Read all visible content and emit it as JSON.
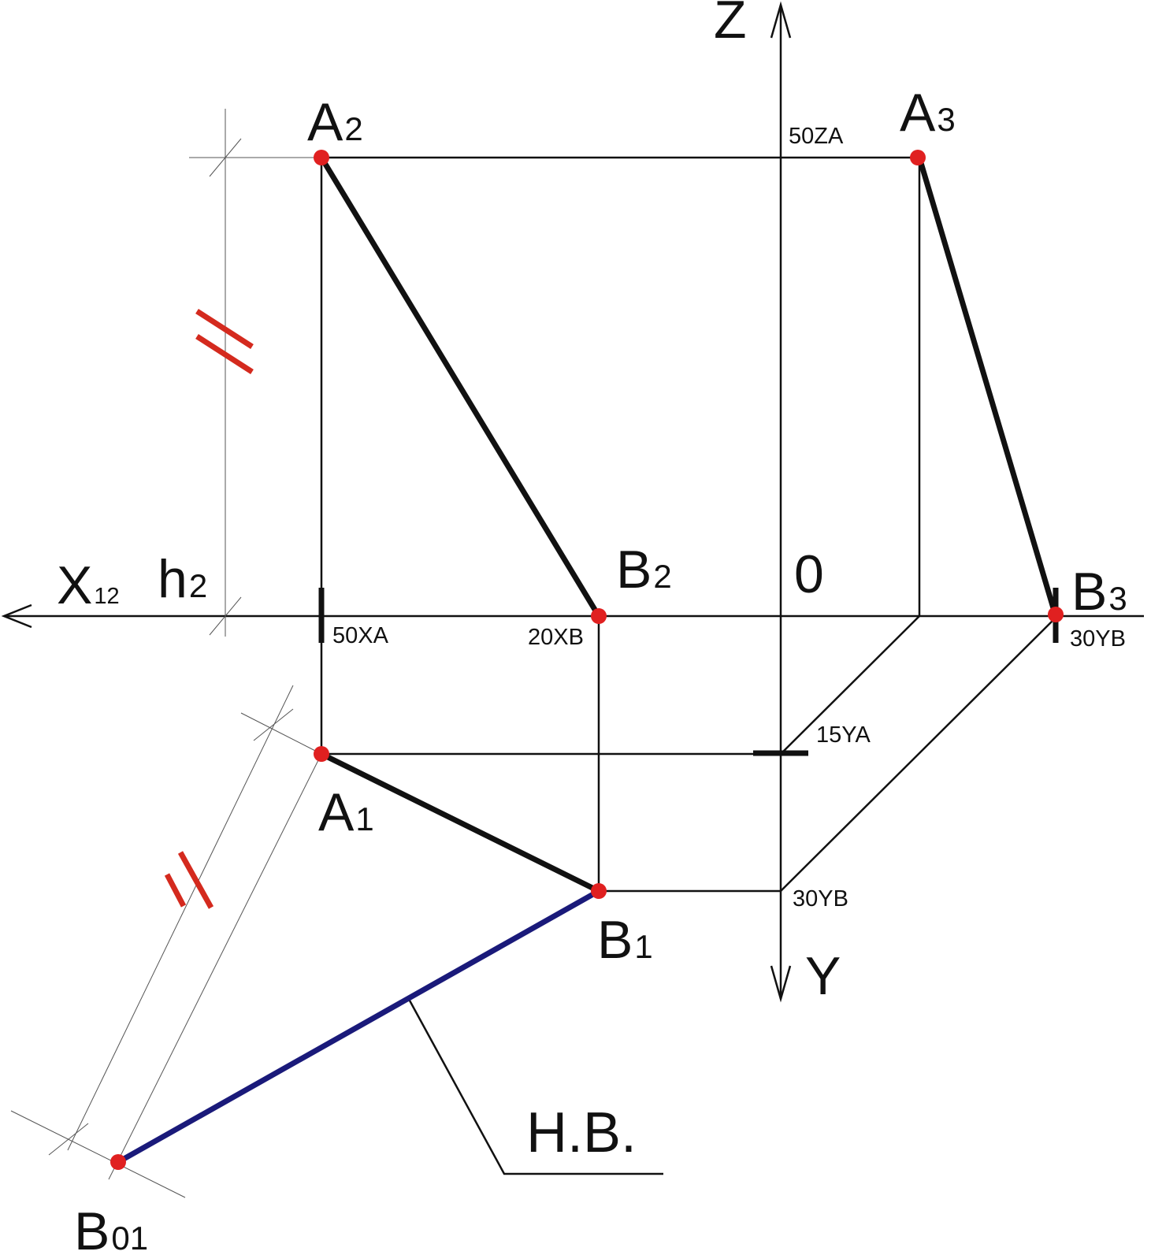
{
  "axes": {
    "z": "Z",
    "y": "Y",
    "x": "X",
    "x_sub": "12",
    "origin": "0"
  },
  "points": {
    "a2": {
      "letter": "A",
      "sub": "2"
    },
    "a3": {
      "letter": "A",
      "sub": "3"
    },
    "b2": {
      "letter": "B",
      "sub": "2"
    },
    "b3": {
      "letter": "B",
      "sub": "3"
    },
    "a1": {
      "letter": "A",
      "sub": "1"
    },
    "b1": {
      "letter": "B",
      "sub": "1"
    },
    "b01": {
      "letter": "B",
      "sub": "01"
    },
    "h2": {
      "letter": "h",
      "sub": "2"
    }
  },
  "coords": {
    "za": "50ZA",
    "xa": "50XA",
    "xb": "20XB",
    "yb_right": "30YB",
    "ya": "15YA",
    "yb_bottom": "30YB"
  },
  "callout": {
    "label": "H.B."
  },
  "colors": {
    "point": "#e02020",
    "true_length": "#1a1a7a",
    "equal_mark": "#d42a1e",
    "line": "#111111"
  }
}
